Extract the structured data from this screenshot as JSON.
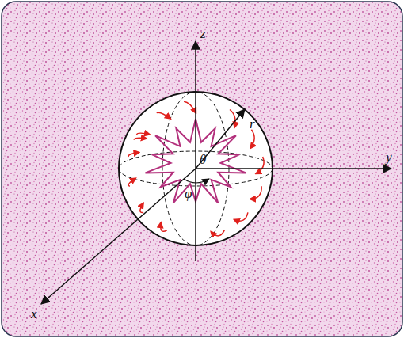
{
  "diagram": {
    "labels": [
      "z",
      "y",
      "x",
      "r",
      "θ",
      "φ"
    ]
  }
}
